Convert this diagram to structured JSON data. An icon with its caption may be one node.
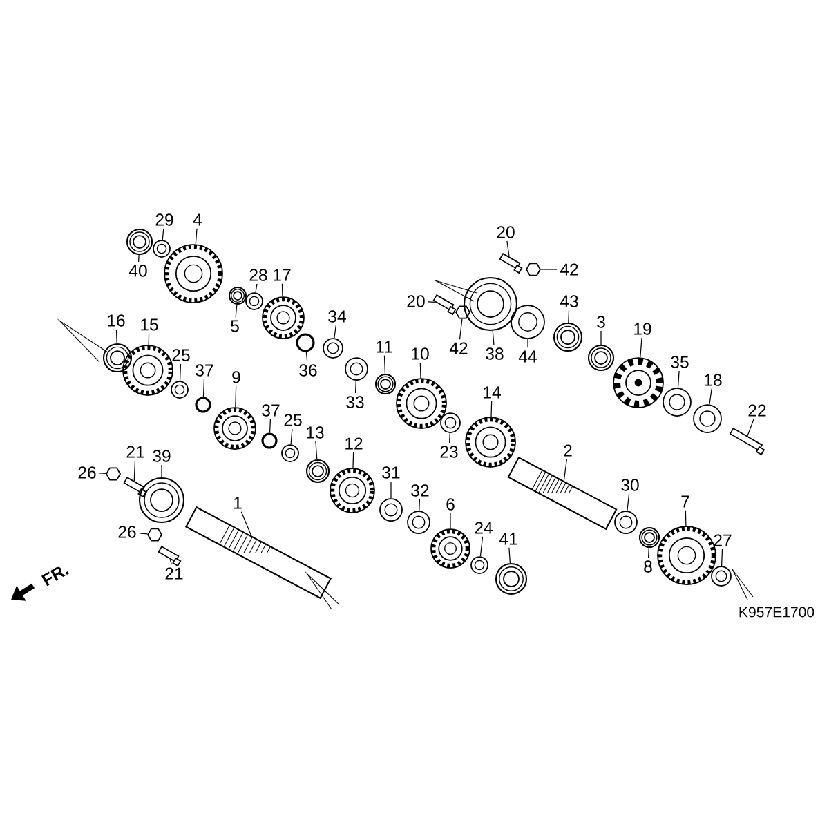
{
  "diagram": {
    "nodes": [
      {
        "text": [
          "40"
        ]
      },
      {
        "text": [],
        "shape": "bearing"
      },
      {
        "text": [
          "29"
        ]
      },
      {
        "text": [],
        "shape": "washer"
      },
      {
        "text": [
          "4"
        ]
      },
      {
        "text": [],
        "shape": "gear"
      },
      {
        "text": [
          "28"
        ]
      },
      {
        "text": [],
        "shape": "washer"
      },
      {
        "text": [
          "5"
        ]
      },
      {
        "text": [],
        "shape": "bearing"
      },
      {
        "text": [
          "17"
        ]
      },
      {
        "text": [],
        "shape": "gear"
      },
      {
        "text": [
          "16"
        ]
      },
      {
        "text": [],
        "shape": "bearing"
      },
      {
        "text": [
          "15"
        ]
      },
      {
        "text": [],
        "shape": "gear"
      },
      {
        "text": [
          "25"
        ]
      },
      {
        "text": [],
        "shape": "washer"
      },
      {
        "text": [
          "37"
        ]
      },
      {
        "text": [],
        "shape": "ring"
      },
      {
        "text": [
          "9"
        ]
      },
      {
        "text": [],
        "shape": "gear"
      },
      {
        "text": [
          "36"
        ]
      },
      {
        "text": [],
        "shape": "ring"
      },
      {
        "text": [
          "34"
        ]
      },
      {
        "text": [],
        "shape": "washer"
      },
      {
        "text": [
          "33"
        ]
      },
      {
        "text": [],
        "shape": "washer"
      },
      {
        "text": [
          "11"
        ]
      },
      {
        "text": [],
        "shape": "bearing"
      },
      {
        "text": [
          "10"
        ]
      },
      {
        "text": [],
        "shape": "gear"
      },
      {
        "text": [
          "20"
        ]
      },
      {
        "text": [],
        "shape": "bolt"
      },
      {
        "text": [
          "42"
        ]
      },
      {
        "text": [],
        "shape": "nut"
      },
      {
        "text": [
          "20"
        ]
      },
      {
        "text": [],
        "shape": "bolt"
      },
      {
        "text": [
          "42"
        ]
      },
      {
        "text": [],
        "shape": "nut"
      },
      {
        "text": [
          "38"
        ]
      },
      {
        "text": [],
        "shape": "bearing"
      },
      {
        "text": [
          "44"
        ]
      },
      {
        "text": [],
        "shape": "washer"
      },
      {
        "text": [
          "43"
        ]
      },
      {
        "text": [],
        "shape": "bearing"
      },
      {
        "text": [
          "3"
        ]
      },
      {
        "text": [],
        "shape": "bearing"
      },
      {
        "text": [
          "19"
        ]
      },
      {
        "text": [],
        "shape": "sprocket"
      },
      {
        "text": [
          "35"
        ]
      },
      {
        "text": [],
        "shape": "washer"
      },
      {
        "text": [
          "18"
        ]
      },
      {
        "text": [],
        "shape": "washer"
      },
      {
        "text": [
          "22"
        ]
      },
      {
        "text": [],
        "shape": "bolt"
      },
      {
        "text": [
          "14"
        ]
      },
      {
        "text": [],
        "shape": "gear"
      },
      {
        "text": [
          "23"
        ]
      },
      {
        "text": [],
        "shape": "washer"
      },
      {
        "text": [
          "37"
        ]
      },
      {
        "text": [],
        "shape": "ring"
      },
      {
        "text": [
          "25"
        ]
      },
      {
        "text": [],
        "shape": "washer"
      },
      {
        "text": [
          "13"
        ]
      },
      {
        "text": [],
        "shape": "bearing"
      },
      {
        "text": [
          "12"
        ]
      },
      {
        "text": [],
        "shape": "gear"
      },
      {
        "text": [
          "31"
        ]
      },
      {
        "text": [],
        "shape": "washer"
      },
      {
        "text": [
          "32"
        ]
      },
      {
        "text": [],
        "shape": "washer"
      },
      {
        "text": [
          "6"
        ]
      },
      {
        "text": [],
        "shape": "gear"
      },
      {
        "text": [
          "24"
        ]
      },
      {
        "text": [],
        "shape": "washer"
      },
      {
        "text": [
          "41"
        ]
      },
      {
        "text": [],
        "shape": "bearing"
      },
      {
        "text": [
          "2"
        ]
      },
      {
        "text": [],
        "shape": "shaft"
      },
      {
        "text": [
          "30"
        ]
      },
      {
        "text": [],
        "shape": "washer"
      },
      {
        "text": [
          "8"
        ]
      },
      {
        "text": [],
        "shape": "bearing"
      },
      {
        "text": [
          "7"
        ]
      },
      {
        "text": [],
        "shape": "gear"
      },
      {
        "text": [
          "27"
        ]
      },
      {
        "text": [],
        "shape": "washer"
      },
      {
        "text": [
          "21"
        ]
      },
      {
        "text": [],
        "shape": "bolt"
      },
      {
        "text": [
          "26"
        ]
      },
      {
        "text": [],
        "shape": "nut"
      },
      {
        "text": [
          "39"
        ]
      },
      {
        "text": [],
        "shape": "bearing"
      },
      {
        "text": [
          "1"
        ]
      },
      {
        "text": [],
        "shape": "shaft"
      },
      {
        "text": [
          "26"
        ]
      },
      {
        "text": [],
        "shape": "nut"
      },
      {
        "text": [
          "21"
        ]
      },
      {
        "text": [],
        "shape": "bolt"
      }
    ],
    "edges": [
      {
        "from": 0,
        "to": 1,
        "arrow": "none"
      },
      {
        "from": 2,
        "to": 3,
        "arrow": "none"
      },
      {
        "from": 4,
        "to": 5,
        "arrow": "none"
      },
      {
        "from": 6,
        "to": 7,
        "arrow": "none"
      },
      {
        "from": 8,
        "to": 9,
        "arrow": "none"
      },
      {
        "from": 10,
        "to": 11,
        "arrow": "none"
      },
      {
        "from": 12,
        "to": 13,
        "arrow": "none"
      },
      {
        "from": 14,
        "to": 15,
        "arrow": "none"
      },
      {
        "from": 16,
        "to": 17,
        "arrow": "none"
      },
      {
        "from": 18,
        "to": 19,
        "arrow": "none"
      },
      {
        "from": 20,
        "to": 21,
        "arrow": "none"
      },
      {
        "from": 22,
        "to": 23,
        "arrow": "none"
      },
      {
        "from": 24,
        "to": 25,
        "arrow": "none"
      },
      {
        "from": 26,
        "to": 27,
        "arrow": "none"
      },
      {
        "from": 28,
        "to": 29,
        "arrow": "none"
      },
      {
        "from": 30,
        "to": 31,
        "arrow": "none"
      },
      {
        "from": 32,
        "to": 33,
        "arrow": "none"
      },
      {
        "from": 34,
        "to": 35,
        "arrow": "none"
      },
      {
        "from": 36,
        "to": 37,
        "arrow": "none"
      },
      {
        "from": 38,
        "to": 39,
        "arrow": "none"
      },
      {
        "from": 40,
        "to": 41,
        "arrow": "none"
      },
      {
        "from": 42,
        "to": 43,
        "arrow": "none"
      },
      {
        "from": 44,
        "to": 45,
        "arrow": "none"
      },
      {
        "from": 46,
        "to": 47,
        "arrow": "none"
      },
      {
        "from": 48,
        "to": 49,
        "arrow": "none"
      },
      {
        "from": 50,
        "to": 51,
        "arrow": "none"
      },
      {
        "from": 52,
        "to": 53,
        "arrow": "none"
      },
      {
        "from": 54,
        "to": 55,
        "arrow": "none"
      },
      {
        "from": 56,
        "to": 57,
        "arrow": "none"
      },
      {
        "from": 58,
        "to": 59,
        "arrow": "none"
      },
      {
        "from": 60,
        "to": 61,
        "arrow": "none"
      },
      {
        "from": 62,
        "to": 63,
        "arrow": "none"
      },
      {
        "from": 64,
        "to": 65,
        "arrow": "none"
      },
      {
        "from": 66,
        "to": 67,
        "arrow": "none"
      },
      {
        "from": 68,
        "to": 69,
        "arrow": "none"
      },
      {
        "from": 70,
        "to": 71,
        "arrow": "none"
      },
      {
        "from": 72,
        "to": 73,
        "arrow": "none"
      },
      {
        "from": 74,
        "to": 75,
        "arrow": "none"
      },
      {
        "from": 76,
        "to": 77,
        "arrow": "none"
      },
      {
        "from": 78,
        "to": 79,
        "arrow": "none"
      },
      {
        "from": 80,
        "to": 81,
        "arrow": "none"
      },
      {
        "from": 82,
        "to": 83,
        "arrow": "none"
      },
      {
        "from": 84,
        "to": 85,
        "arrow": "none"
      },
      {
        "from": 86,
        "to": 87,
        "arrow": "none"
      },
      {
        "from": 88,
        "to": 89,
        "arrow": "none"
      },
      {
        "from": 90,
        "to": 91,
        "arrow": "none"
      },
      {
        "from": 92,
        "to": 93,
        "arrow": "none"
      },
      {
        "from": 94,
        "to": 95,
        "arrow": "none"
      },
      {
        "from": 96,
        "to": 97,
        "arrow": "none"
      },
      {
        "from": 98,
        "to": 99,
        "arrow": "none"
      }
    ],
    "labels": [
      "FR.",
      "K957E1700"
    ]
  }
}
